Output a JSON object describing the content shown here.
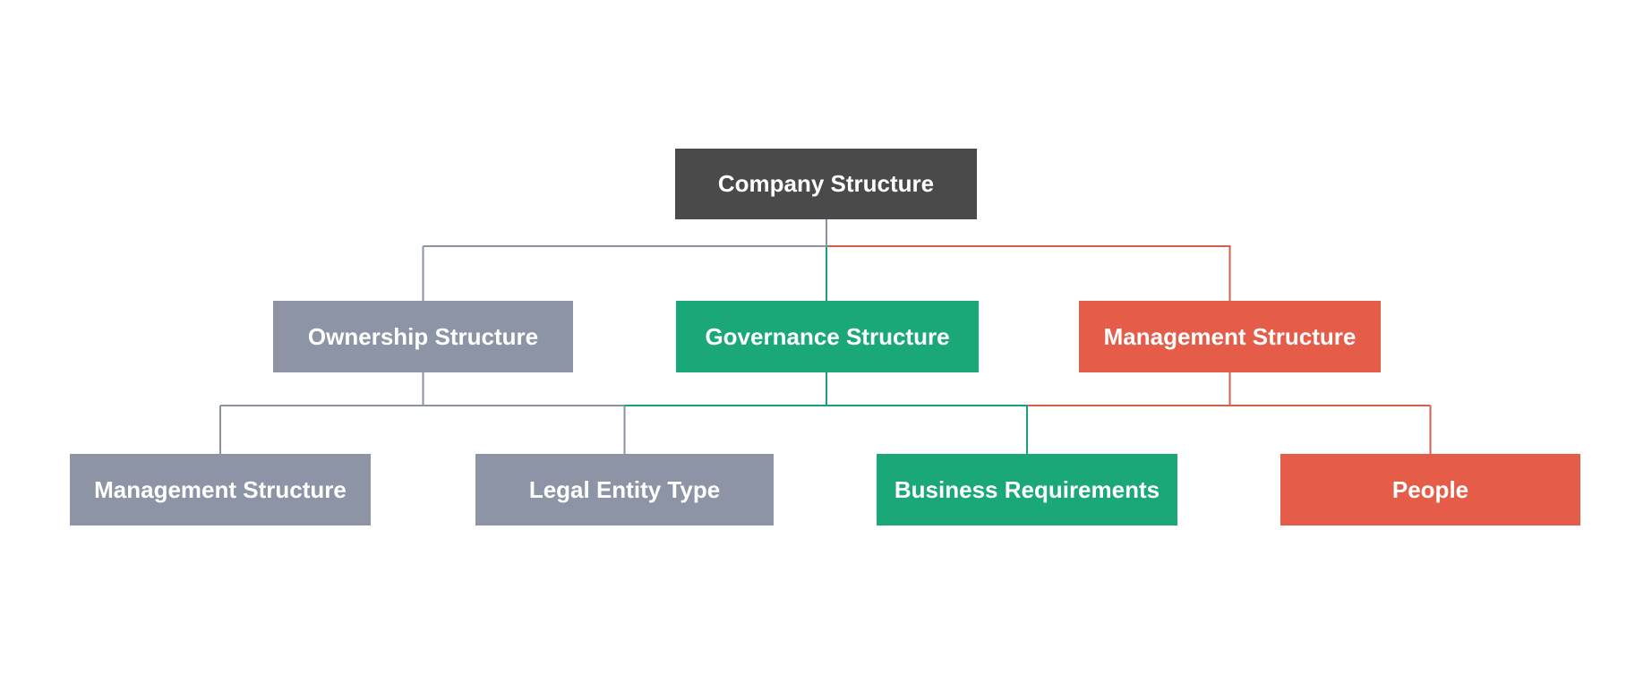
{
  "diagram": {
    "type": "flowchart",
    "nodes": {
      "company": {
        "label": "Company Structure",
        "color_key": "dark"
      },
      "ownership": {
        "label": "Ownership Structure",
        "color_key": "slate"
      },
      "governance": {
        "label": "Governance Structure",
        "color_key": "green"
      },
      "management": {
        "label": "Management Structure",
        "color_key": "red"
      },
      "management_leaf": {
        "label": "Management Structure",
        "color_key": "slate"
      },
      "legal_entity": {
        "label": "Legal Entity Type",
        "color_key": "slate"
      },
      "business_req": {
        "label": "Business Requirements",
        "color_key": "green"
      },
      "people": {
        "label": "People",
        "color_key": "red"
      }
    },
    "edges": [
      {
        "from": "Company Structure",
        "to": "Ownership Structure",
        "color": "gray"
      },
      {
        "from": "Company Structure",
        "to": "Governance Structure",
        "color": "green"
      },
      {
        "from": "Company Structure",
        "to": "Management Structure",
        "color": "red"
      },
      {
        "from": "Ownership Structure",
        "to": "Management Structure",
        "color": "gray"
      },
      {
        "from": "Ownership Structure",
        "to": "Legal Entity Type",
        "color": "gray"
      },
      {
        "from": "Governance Structure",
        "to": "Legal Entity Type",
        "color": "green"
      },
      {
        "from": "Governance Structure",
        "to": "Business Requirements",
        "color": "green"
      },
      {
        "from": "Management Structure",
        "to": "Business Requirements",
        "color": "red"
      },
      {
        "from": "Management Structure",
        "to": "People",
        "color": "red"
      }
    ]
  },
  "colors": {
    "background": "#ffffff",
    "dark": "#4A4A4A",
    "slate": "#8C94A6",
    "green": "#1BA878",
    "red": "#E55C48",
    "line_gray": "#8B92A0",
    "line_green": "#17A27E",
    "line_red": "#D3604E",
    "text": "#FFFFFF"
  }
}
